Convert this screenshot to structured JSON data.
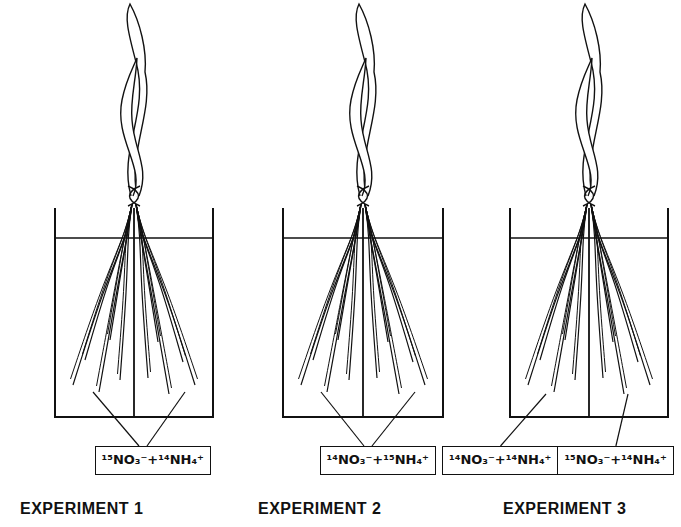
{
  "diagram": {
    "nodes": [
      {
        "text": [
          "¹⁵NO₃⁻+¹⁴NH₄⁺"
        ]
      },
      {
        "text": [
          "¹⁴NO₃⁻+¹⁵NH₄⁺"
        ]
      },
      {
        "text": [
          "¹⁴NO₃⁻+¹⁴NH₄⁺"
        ]
      },
      {
        "text": [
          "¹⁵NO₃⁻+¹⁴NH₄⁺"
        ]
      }
    ],
    "labels": [
      "EXPERIMENT 1",
      "EXPERIMENT 2",
      "EXPERIMENT 3"
    ]
  }
}
